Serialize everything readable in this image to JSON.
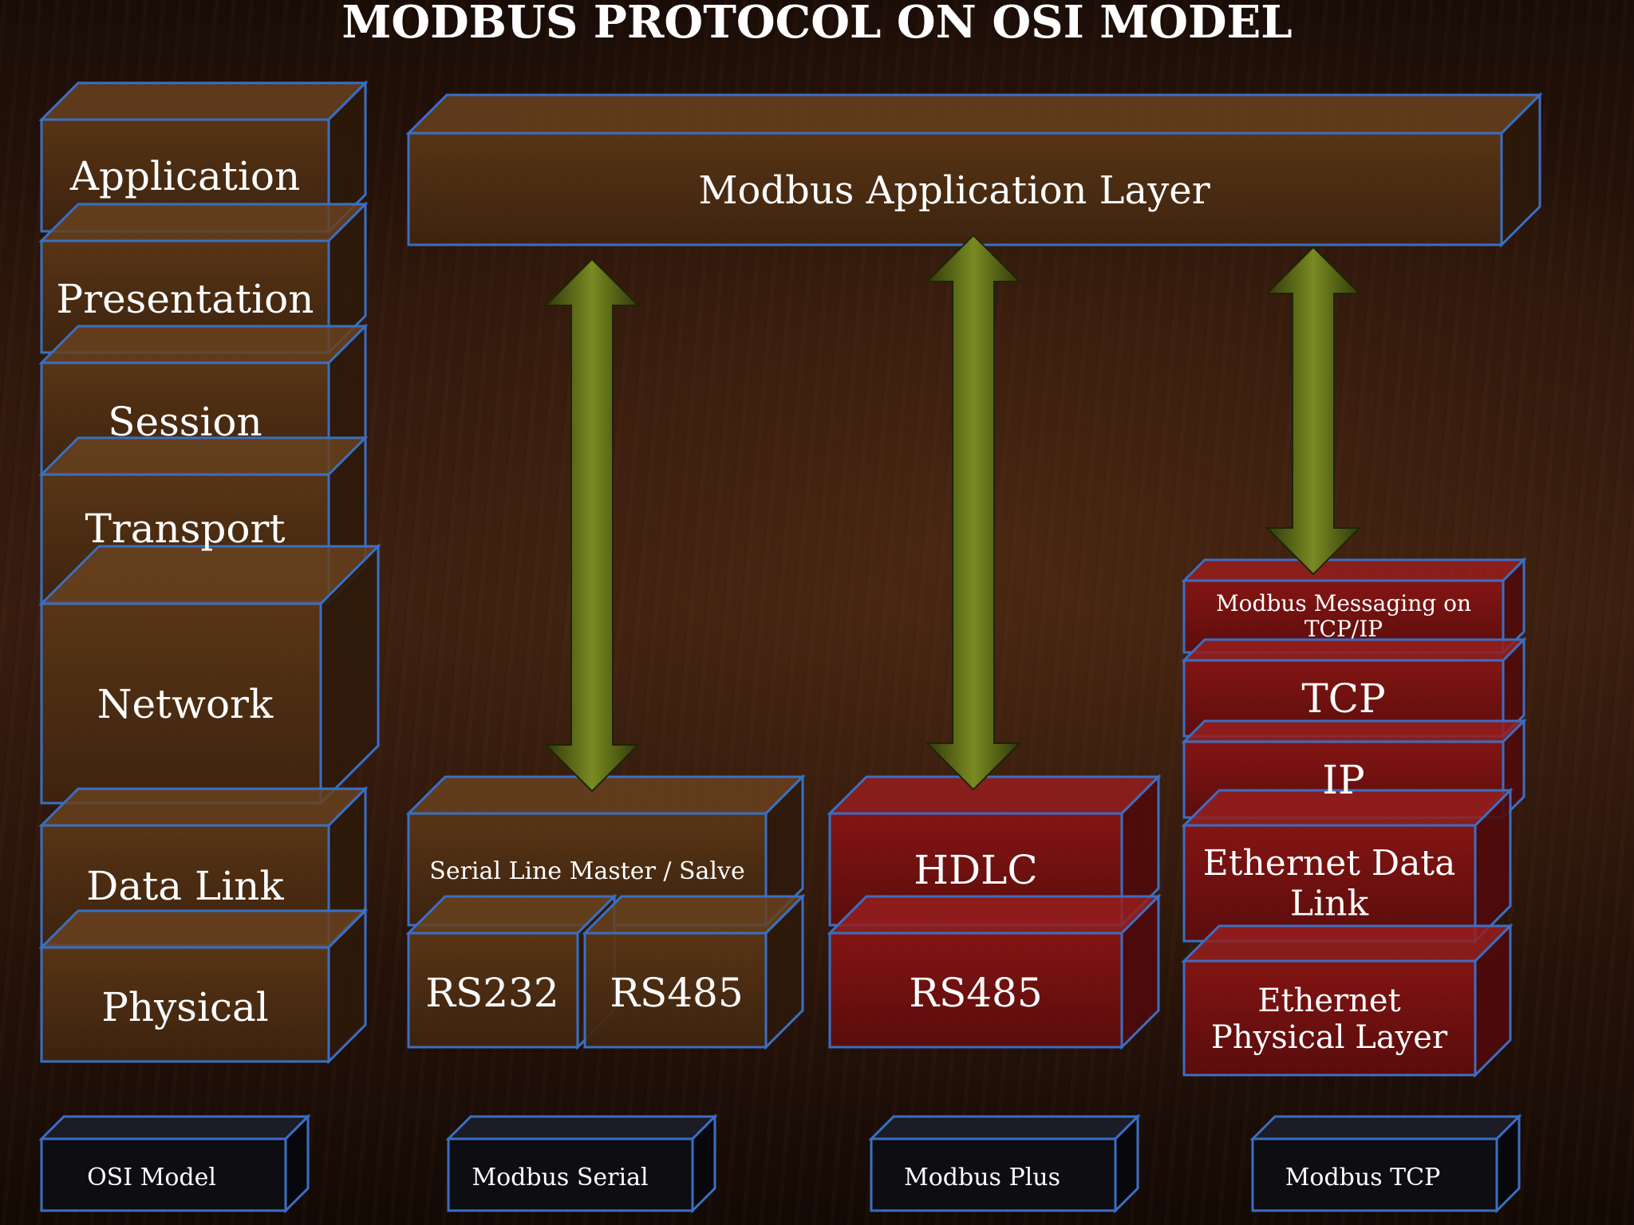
{
  "title": "MODBUS PROTOCOL ON OSI MODEL",
  "colors": {
    "edge": "#3a6fc4",
    "wood_front": "#4a2c14",
    "red_front": "#7a1010",
    "dark_label": "#0d0d12",
    "arrow": "#5c6b14",
    "text": "#ffffff"
  },
  "osi_layers": [
    "Application",
    "Presentation",
    "Session",
    "Transport",
    "Network",
    "Data Link",
    "Physical"
  ],
  "modbus_application": "Modbus Application Layer",
  "serial": {
    "master_slave": "Serial Line Master / Salve",
    "rs232": "RS232",
    "rs485": "RS485"
  },
  "plus": {
    "hdlc": "HDLC",
    "rs485": "RS485"
  },
  "tcp": {
    "messaging": "Modbus Messaging on TCP/IP",
    "tcp": "TCP",
    "ip": "IP",
    "ethernet_data_link": "Ethernet Data Link",
    "ethernet_physical": "Ethernet Physical Layer"
  },
  "column_labels": [
    "OSI Model",
    "Modbus Serial",
    "Modbus Plus",
    "Modbus TCP"
  ],
  "icons": {
    "bidirectional_arrow": "double-arrow-icon"
  }
}
